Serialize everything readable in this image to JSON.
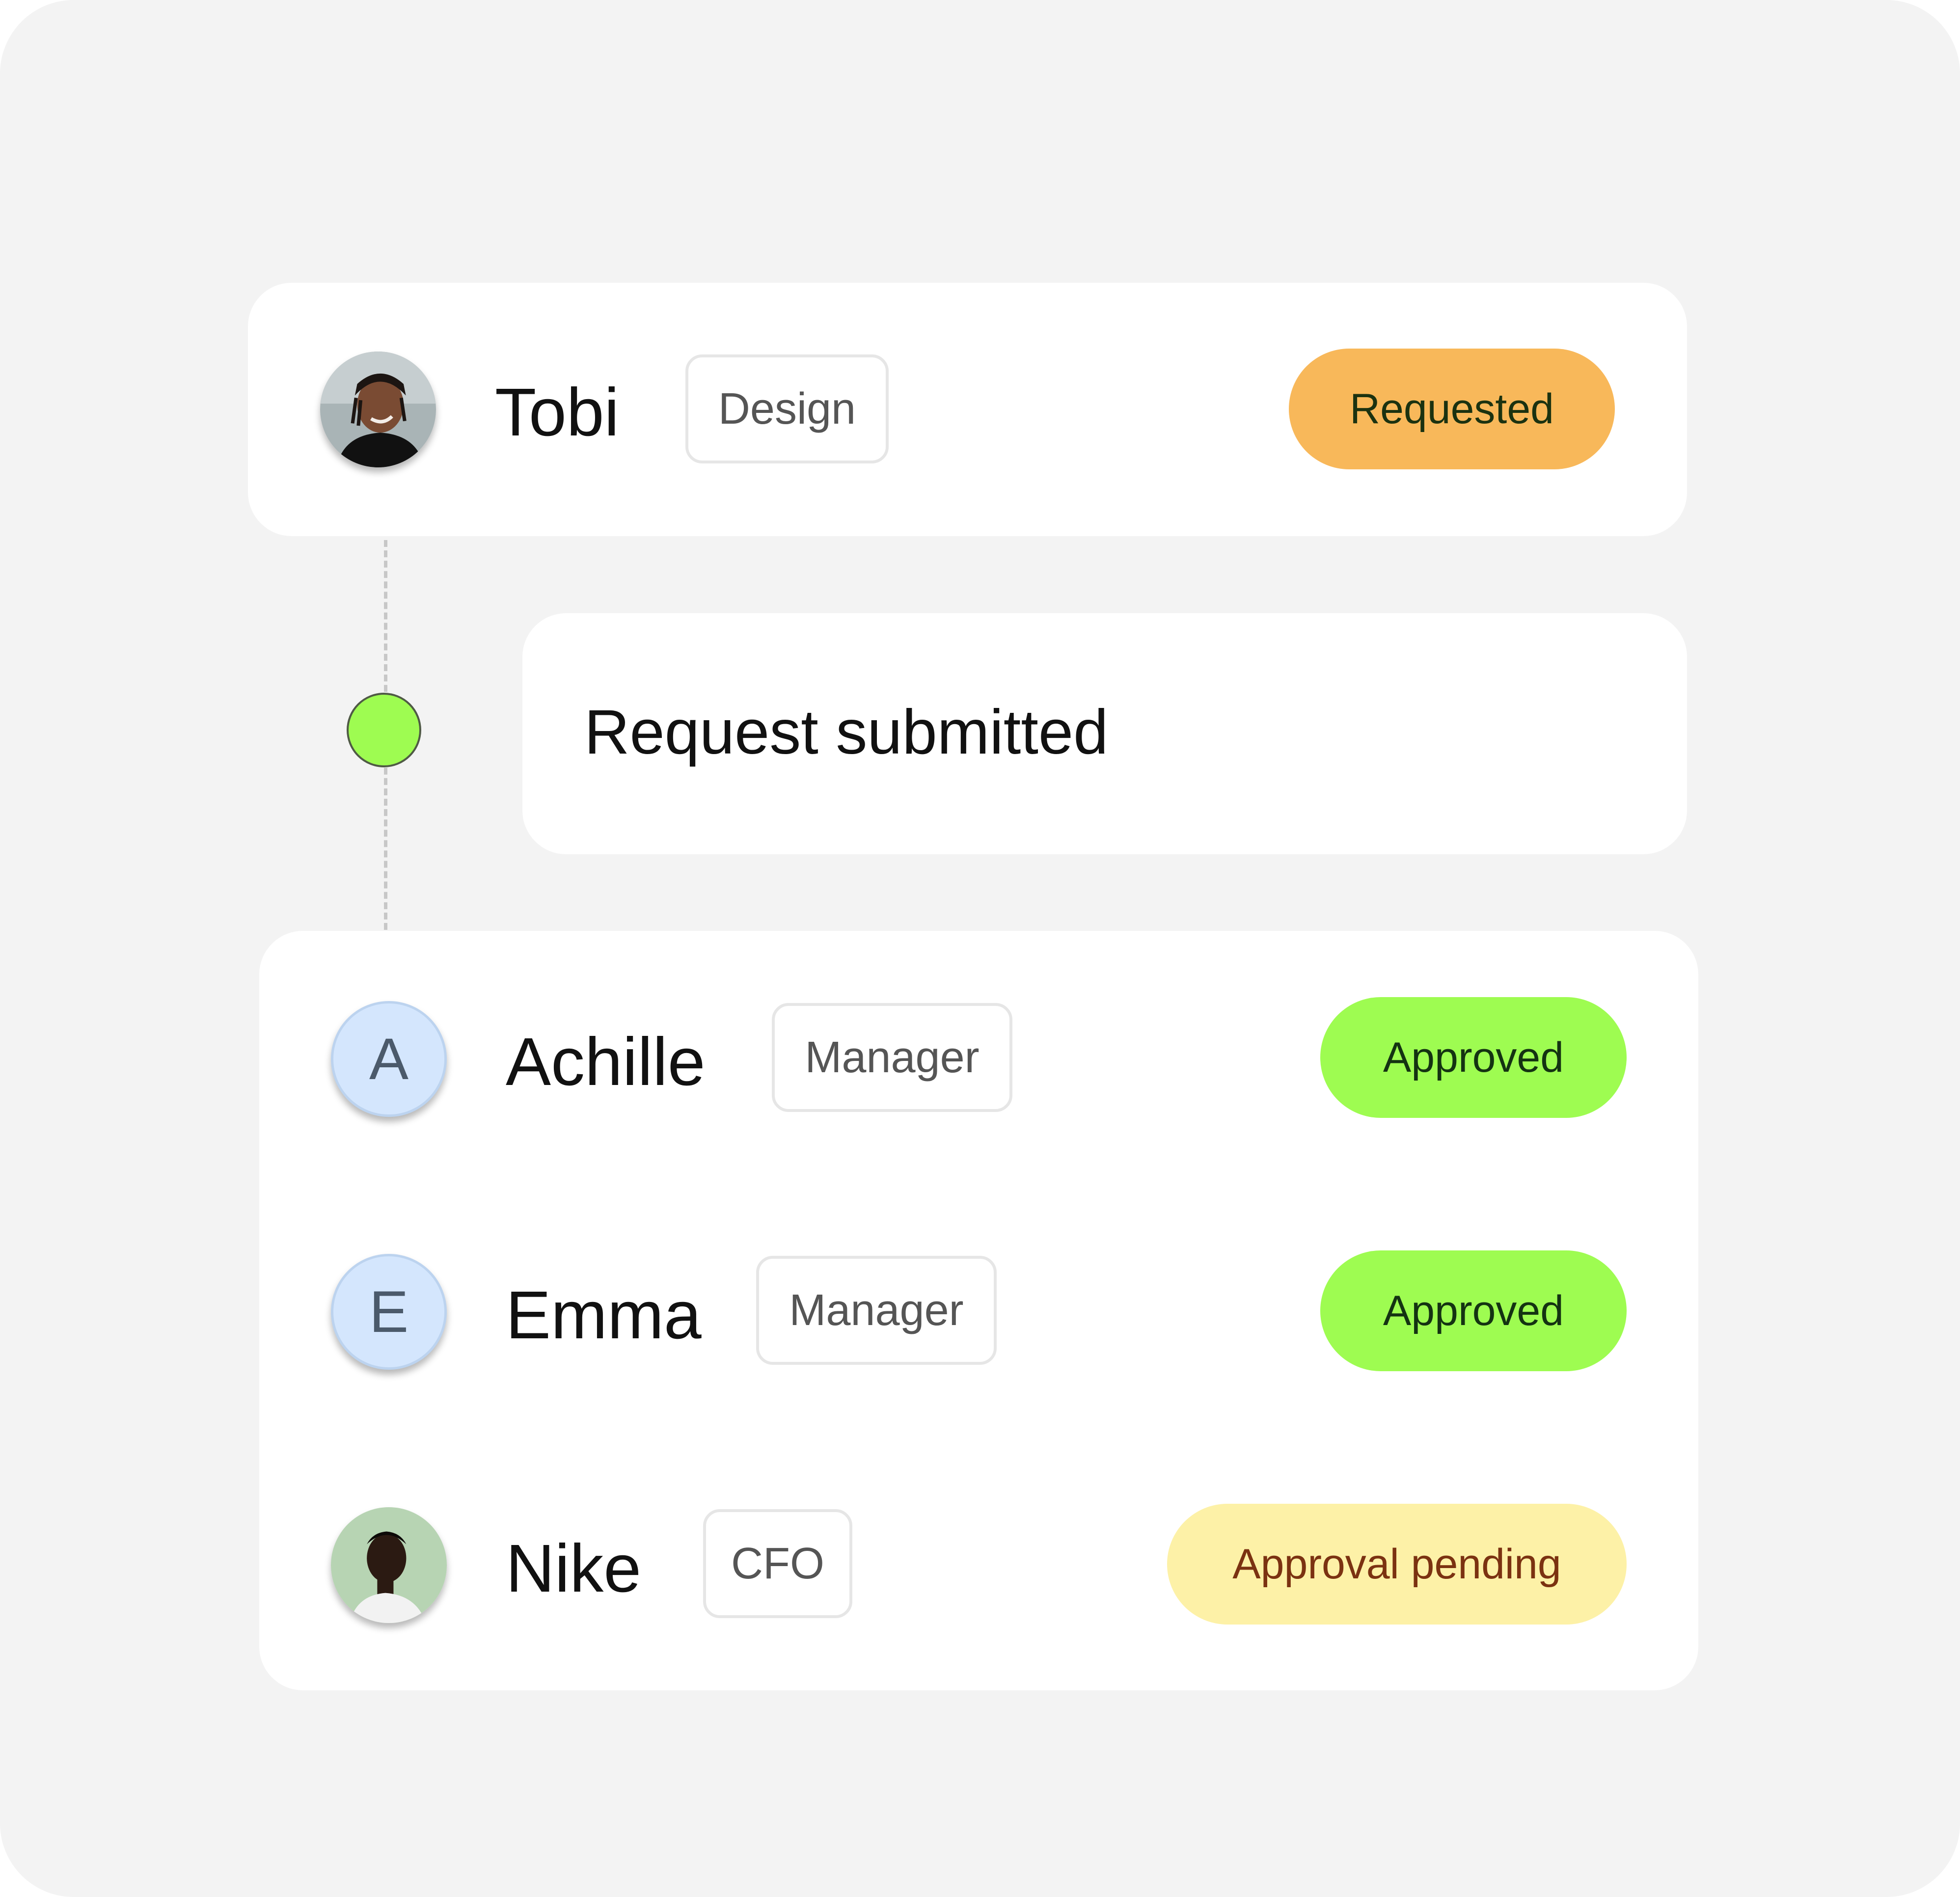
{
  "requester": {
    "name": "Tobi",
    "role": "Design",
    "status": "Requested"
  },
  "event": {
    "label": "Request submitted"
  },
  "approvers": [
    {
      "initial": "A",
      "name": "Achille",
      "role": "Manager",
      "status": "Approved"
    },
    {
      "initial": "E",
      "name": "Emma",
      "role": "Manager",
      "status": "Approved"
    },
    {
      "name": "Nike",
      "role": "CFO",
      "status": "Approval pending"
    }
  ],
  "colors": {
    "requested": "#f8b85a",
    "approved": "#9efc51",
    "pending": "#fdf1a7",
    "avatar_letter_bg": "#d4e6fd"
  }
}
